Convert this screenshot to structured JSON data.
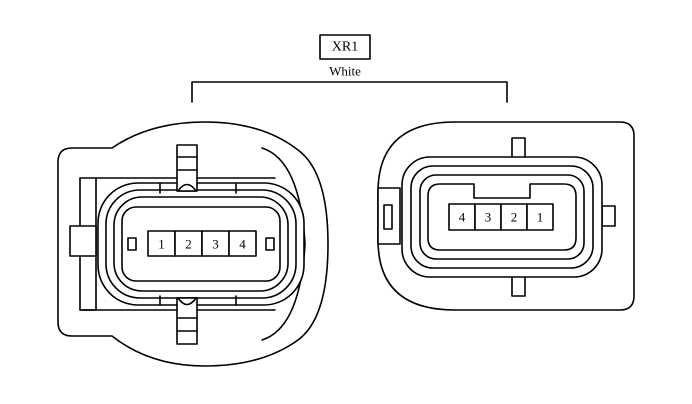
{
  "connector": {
    "id": "XR1",
    "color": "White"
  },
  "left_pins": [
    "1",
    "2",
    "3",
    "4"
  ],
  "right_pins": [
    "4",
    "3",
    "2",
    "1"
  ]
}
